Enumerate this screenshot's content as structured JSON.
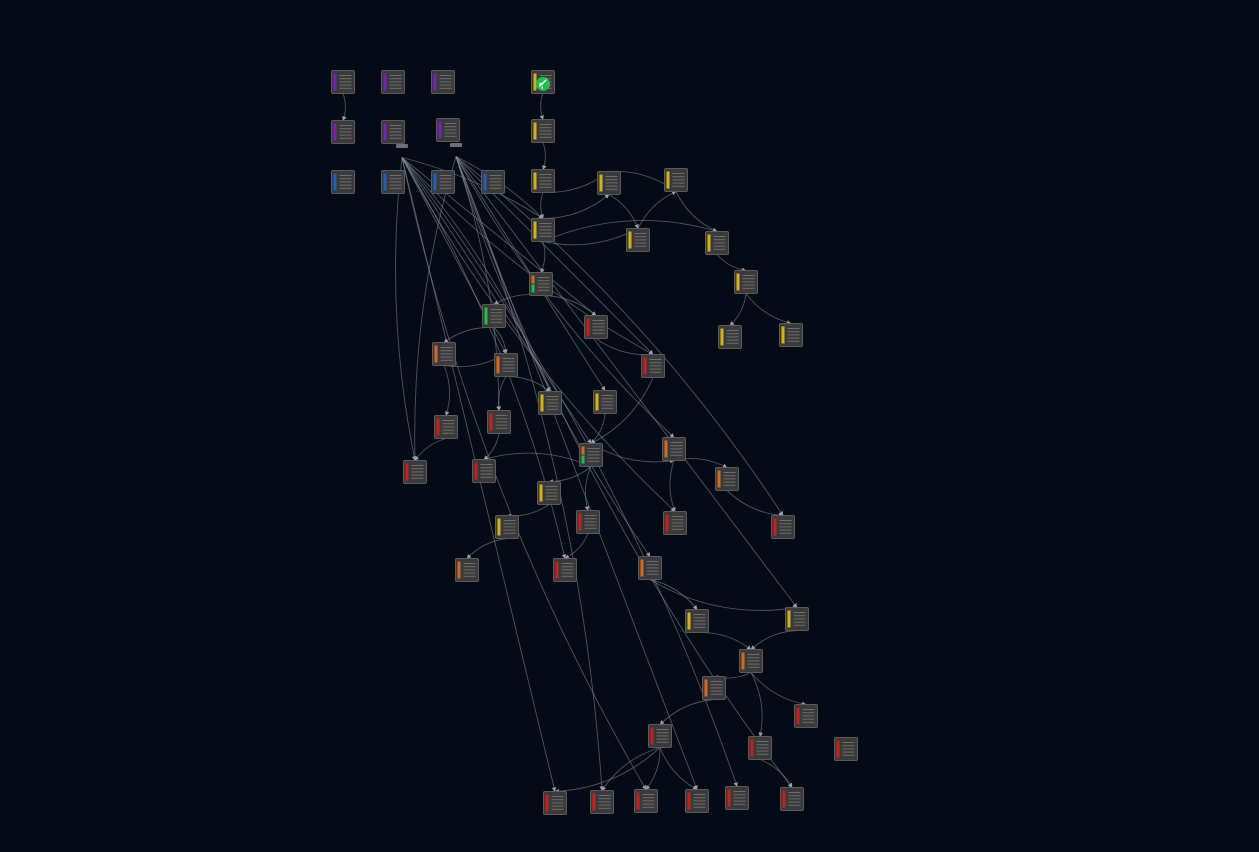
{
  "colors": {
    "background": "#050b16",
    "node_body": "#3a3a3a",
    "edge": "#8c929c",
    "purple": "#7a1fb8",
    "blue": "#1f5fbf",
    "yellow": "#d4b21a",
    "orange": "#d2691e",
    "red": "#c81e1e",
    "green": "#1fbf4a"
  },
  "icons": {
    "start_node": "rocket-icon"
  },
  "nodes": [
    {
      "id": "p1",
      "c": "purple"
    },
    {
      "id": "p2",
      "c": "purple"
    },
    {
      "id": "p3",
      "c": "purple"
    },
    {
      "id": "p4",
      "c": "purple"
    },
    {
      "id": "p5",
      "c": "purple"
    },
    {
      "id": "p6",
      "c": "purple"
    },
    {
      "id": "b1",
      "c": "blue"
    },
    {
      "id": "b2",
      "c": "blue"
    },
    {
      "id": "b3",
      "c": "blue"
    },
    {
      "id": "b4",
      "c": "blue"
    },
    {
      "id": "start",
      "c": "yellow",
      "icon": "rocket-icon"
    },
    {
      "id": "y1",
      "c": "yellow"
    },
    {
      "id": "y2",
      "c": "yellow"
    },
    {
      "id": "y3",
      "c": "yellow"
    },
    {
      "id": "y4",
      "c": "yellow"
    },
    {
      "id": "y5",
      "c": "yellow"
    },
    {
      "id": "y6",
      "c": "yellow"
    },
    {
      "id": "y7",
      "c": "yellow"
    },
    {
      "id": "y8",
      "c": "yellow"
    },
    {
      "id": "y9",
      "c": "yellow"
    },
    {
      "id": "y10",
      "c": "yellow"
    },
    {
      "id": "m1",
      "c": "orange",
      "c2": "green"
    },
    {
      "id": "g1",
      "c": "green"
    },
    {
      "id": "r1",
      "c": "red"
    },
    {
      "id": "r2",
      "c": "red"
    },
    {
      "id": "o1",
      "c": "orange"
    },
    {
      "id": "o2",
      "c": "orange"
    },
    {
      "id": "y11",
      "c": "yellow"
    },
    {
      "id": "y12",
      "c": "yellow"
    },
    {
      "id": "r3",
      "c": "red"
    },
    {
      "id": "r4",
      "c": "red"
    },
    {
      "id": "m2",
      "c": "orange",
      "c2": "green"
    },
    {
      "id": "o3",
      "c": "orange"
    },
    {
      "id": "r5",
      "c": "red"
    },
    {
      "id": "r6",
      "c": "red"
    },
    {
      "id": "o4",
      "c": "orange"
    },
    {
      "id": "y13",
      "c": "yellow"
    },
    {
      "id": "y14",
      "c": "yellow"
    },
    {
      "id": "r7",
      "c": "red"
    },
    {
      "id": "r8",
      "c": "red"
    },
    {
      "id": "r9",
      "c": "red"
    },
    {
      "id": "o5",
      "c": "orange"
    },
    {
      "id": "r10",
      "c": "red"
    },
    {
      "id": "o6",
      "c": "orange"
    },
    {
      "id": "y15",
      "c": "yellow"
    },
    {
      "id": "y16",
      "c": "yellow"
    },
    {
      "id": "o7",
      "c": "orange"
    },
    {
      "id": "o8",
      "c": "orange"
    },
    {
      "id": "r11",
      "c": "red"
    },
    {
      "id": "r12",
      "c": "red"
    },
    {
      "id": "r13",
      "c": "red"
    },
    {
      "id": "r14",
      "c": "red"
    },
    {
      "id": "r15",
      "c": "red"
    },
    {
      "id": "r16",
      "c": "red"
    },
    {
      "id": "r17",
      "c": "red"
    },
    {
      "id": "r18",
      "c": "red"
    },
    {
      "id": "r19",
      "c": "red"
    },
    {
      "id": "r20",
      "c": "red"
    }
  ],
  "edges": [
    [
      "p1",
      "p4"
    ],
    [
      "start",
      "y1"
    ],
    [
      "y1",
      "y2"
    ],
    [
      "y2",
      "y3"
    ],
    [
      "y3",
      "y4"
    ],
    [
      "y2",
      "y5"
    ],
    [
      "y3",
      "y6"
    ],
    [
      "y4",
      "y7"
    ],
    [
      "y6",
      "y4"
    ],
    [
      "y5",
      "y6"
    ],
    [
      "y5",
      "y7"
    ],
    [
      "y7",
      "y8"
    ],
    [
      "y8",
      "y9"
    ],
    [
      "y8",
      "y10"
    ],
    [
      "y5",
      "m1"
    ],
    [
      "m1",
      "g1"
    ],
    [
      "m1",
      "r1"
    ],
    [
      "g1",
      "o1"
    ],
    [
      "g1",
      "o2"
    ],
    [
      "o1",
      "o2"
    ],
    [
      "o1",
      "r3"
    ],
    [
      "o2",
      "r4"
    ],
    [
      "o2",
      "y11"
    ],
    [
      "r1",
      "r2"
    ],
    [
      "y12",
      "m2"
    ],
    [
      "r3",
      "r5"
    ],
    [
      "r4",
      "r6"
    ],
    [
      "m2",
      "o3"
    ],
    [
      "m2",
      "y13"
    ],
    [
      "m2",
      "r6"
    ],
    [
      "o3",
      "o4"
    ],
    [
      "o3",
      "r8"
    ],
    [
      "y13",
      "y14"
    ],
    [
      "y14",
      "o5"
    ],
    [
      "r7",
      "r10"
    ],
    [
      "m2",
      "r7"
    ],
    [
      "o6",
      "y15"
    ],
    [
      "o6",
      "y16"
    ],
    [
      "y15",
      "o7"
    ],
    [
      "y16",
      "o7"
    ],
    [
      "o7",
      "o8"
    ],
    [
      "o7",
      "r11"
    ],
    [
      "o7",
      "r13"
    ],
    [
      "o8",
      "r12"
    ],
    [
      "r12",
      "r15"
    ],
    [
      "r12",
      "r16"
    ],
    [
      "r12",
      "r17"
    ],
    [
      "r12",
      "r18"
    ],
    [
      "r13",
      "r20"
    ],
    [
      "o4",
      "r9"
    ],
    [
      "r2",
      "m2"
    ],
    [
      "y5",
      "y3"
    ]
  ],
  "fan_edges": [
    [
      "hub1",
      "y5"
    ],
    [
      "hub1",
      "r1"
    ],
    [
      "hub1",
      "r2"
    ],
    [
      "hub1",
      "y11"
    ],
    [
      "hub1",
      "m2"
    ],
    [
      "hub1",
      "r8"
    ],
    [
      "hub1",
      "r10"
    ],
    [
      "hub1",
      "r15"
    ],
    [
      "hub1",
      "r17"
    ],
    [
      "hub1",
      "r19"
    ],
    [
      "hub1",
      "o2"
    ],
    [
      "hub1",
      "r5"
    ],
    [
      "hub2",
      "y5"
    ],
    [
      "hub2",
      "r2"
    ],
    [
      "hub2",
      "o3"
    ],
    [
      "hub2",
      "r9"
    ],
    [
      "hub2",
      "y16"
    ],
    [
      "hub2",
      "r20"
    ],
    [
      "hub2",
      "r16"
    ],
    [
      "hub2",
      "r18"
    ],
    [
      "hub2",
      "o6"
    ],
    [
      "hub2",
      "r4"
    ],
    [
      "hub2",
      "y12"
    ],
    [
      "hub2",
      "r5"
    ]
  ]
}
